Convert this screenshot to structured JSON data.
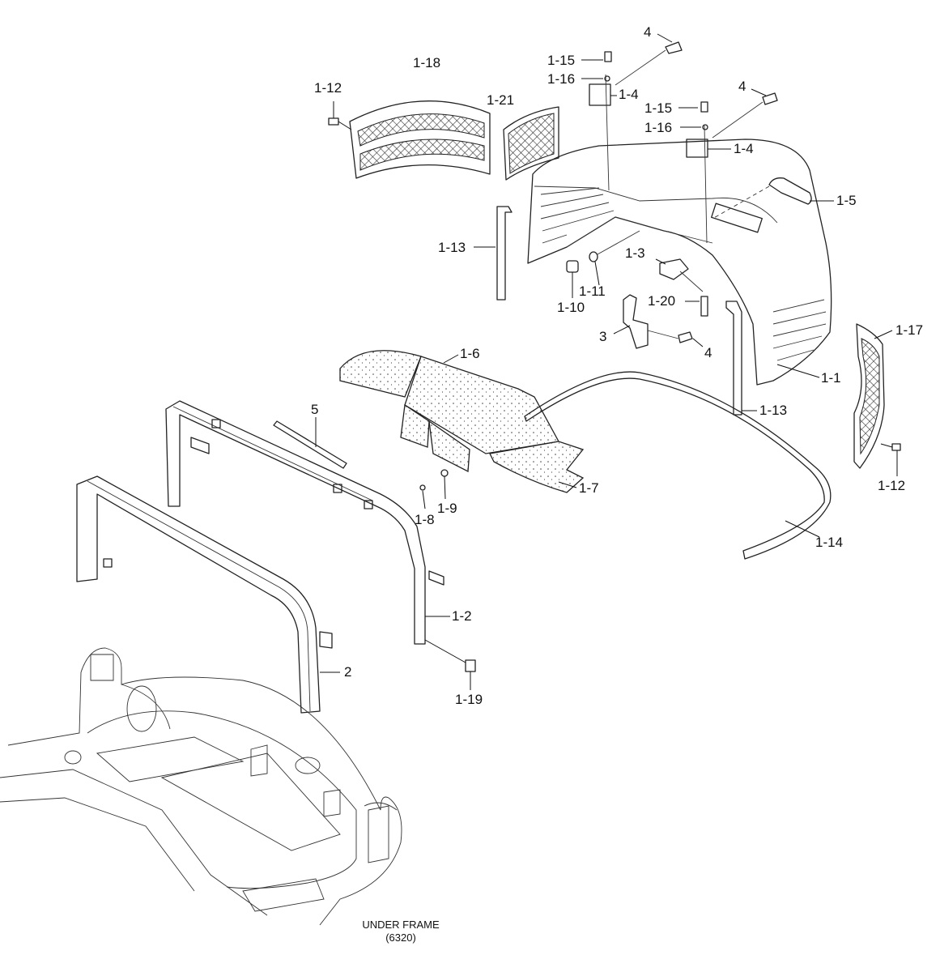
{
  "labels": {
    "l_1_1": "1-1",
    "l_1_2": "1-2",
    "l_1_3": "1-3",
    "l_1_4a": "1-4",
    "l_1_4b": "1-4",
    "l_1_5": "1-5",
    "l_1_6": "1-6",
    "l_1_7": "1-7",
    "l_1_8": "1-8",
    "l_1_9": "1-9",
    "l_1_10": "1-10",
    "l_1_11": "1-11",
    "l_1_12a": "1-12",
    "l_1_12b": "1-12",
    "l_1_13a": "1-13",
    "l_1_13b": "1-13",
    "l_1_14": "1-14",
    "l_1_15a": "1-15",
    "l_1_15b": "1-15",
    "l_1_16a": "1-16",
    "l_1_16b": "1-16",
    "l_1_17": "1-17",
    "l_1_18": "1-18",
    "l_1_19": "1-19",
    "l_1_20": "1-20",
    "l_1_21": "1-21",
    "l_2": "2",
    "l_3": "3",
    "l_4a": "4",
    "l_4b": "4",
    "l_4c": "4",
    "l_5": "5"
  },
  "caption": {
    "line1": "UNDER FRAME",
    "line2": "(6320)"
  }
}
